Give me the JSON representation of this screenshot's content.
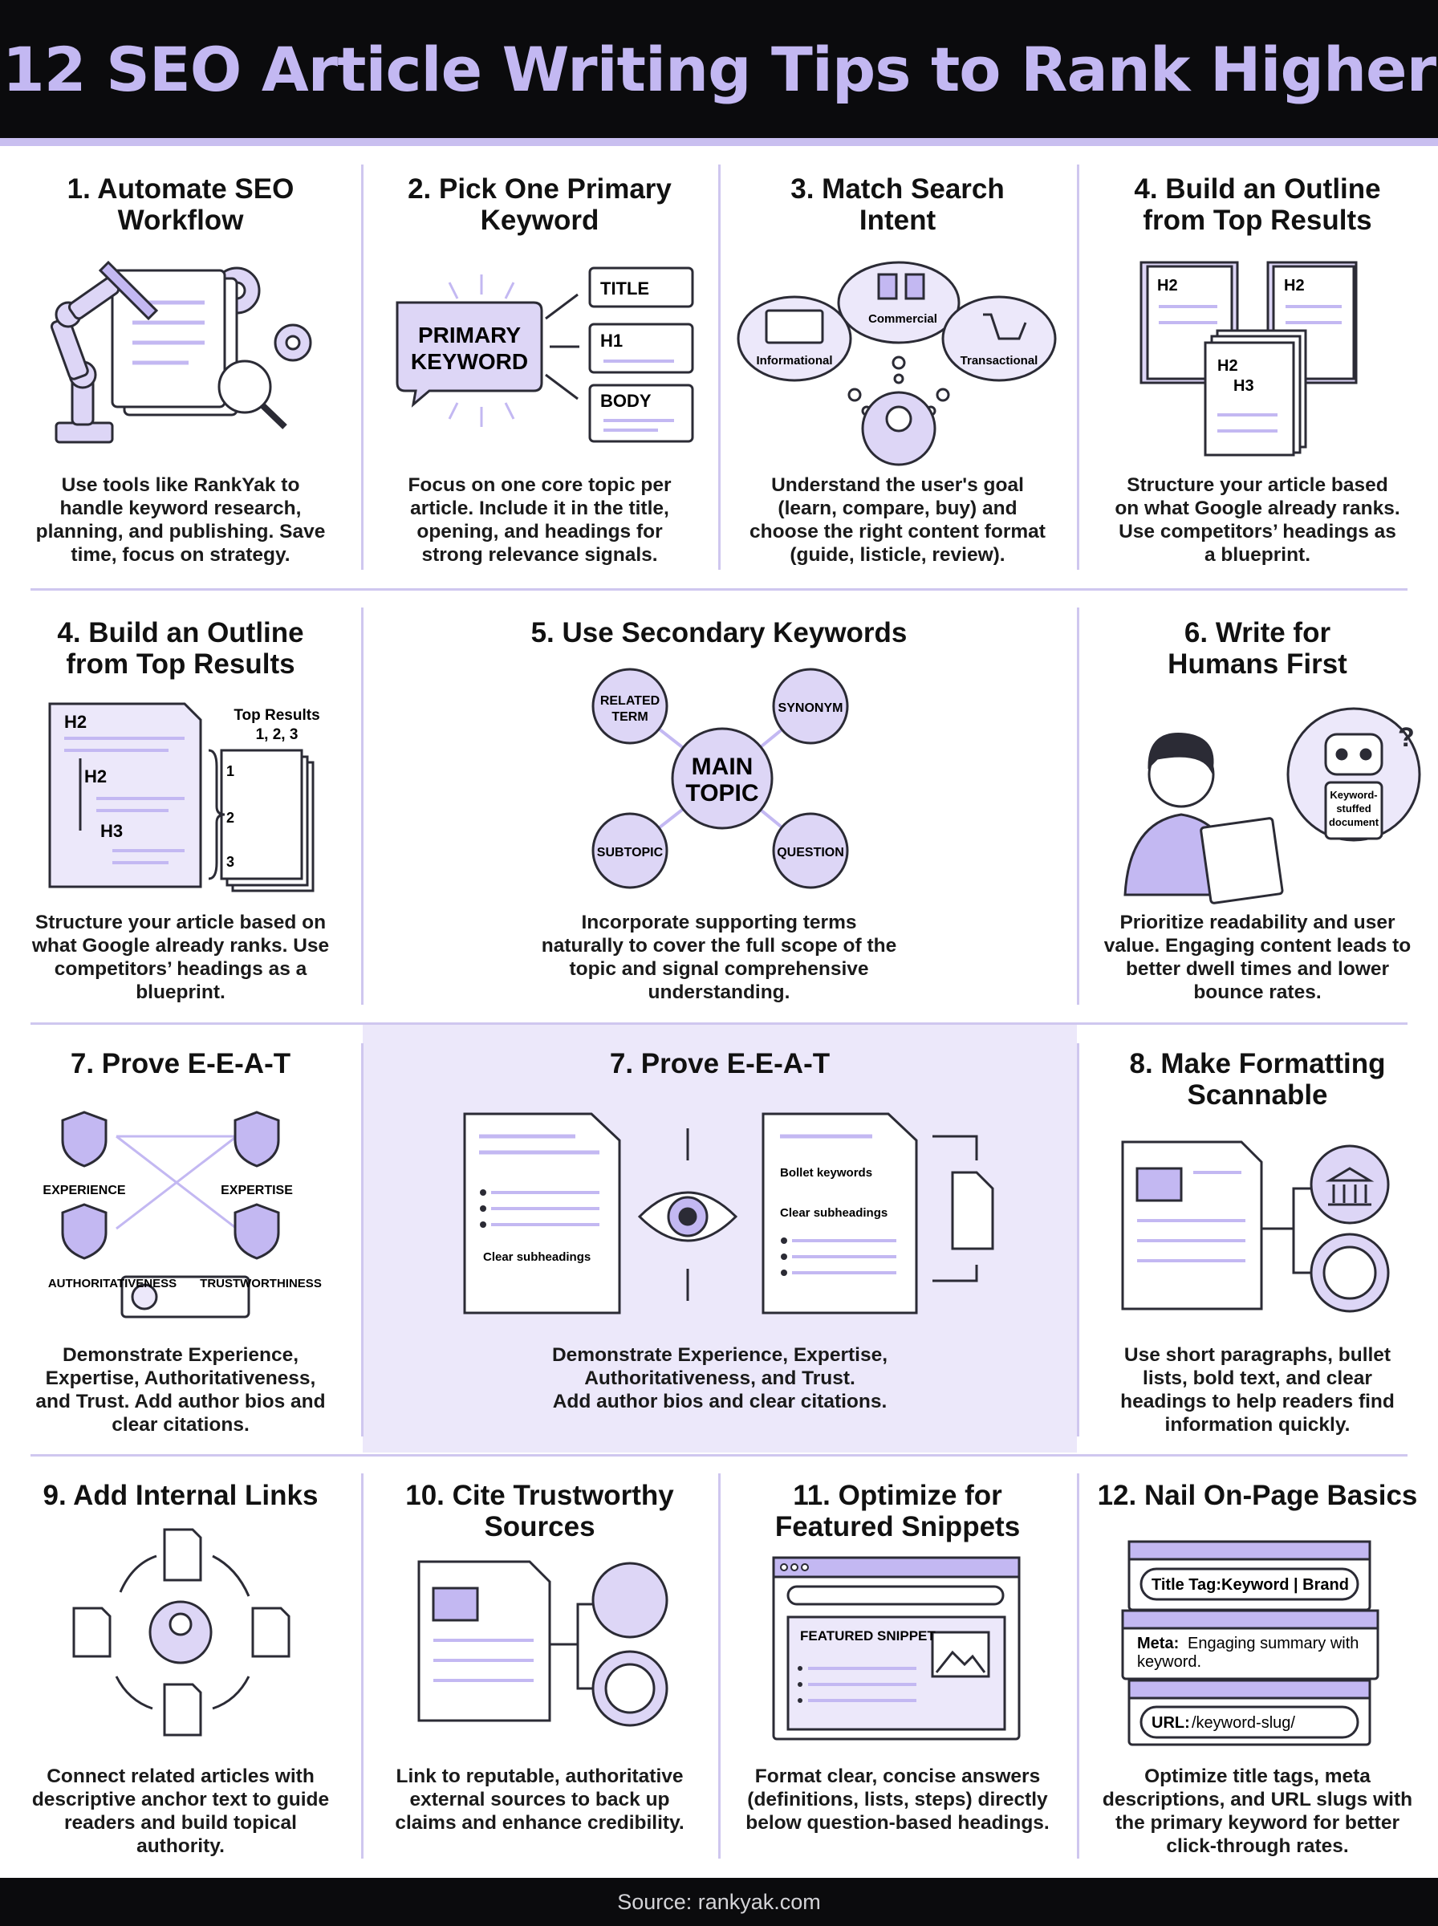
{
  "header": {
    "title": "12 SEO Article Writing Tips to Rank Higher"
  },
  "footer": {
    "source": "Source: rankyak.com"
  },
  "colors": {
    "accent": "#c3b8f2",
    "lavender_fill": "#ddd6f6",
    "line": "#2b2b35",
    "background_band": "#ece8fa"
  },
  "tips": [
    {
      "title": "1. Automate SEO\nWorkflow",
      "desc": "Use tools like RankYak to\nhandle keyword research,\nplanning, and publishing. Save\ntime, focus on strategy.",
      "icon": "robot-arm-document-gears-icon"
    },
    {
      "title": "2. Pick One Primary\nKeyword",
      "desc": "Focus on one core topic per\narticle. Include it in the title,\nopening, and headings for\nstrong relevance signals.",
      "labels": {
        "primary": "PRIMARY",
        "keyword": "KEYWORD",
        "title": "TITLE",
        "h1": "H1",
        "body": "BODY"
      }
    },
    {
      "title": "3. Match Search\nIntent",
      "desc": "Understand the user's goal\n(learn, compare, buy) and\nchoose the right content format\n(guide, listicle, review).",
      "labels": {
        "informational": "Informational",
        "commercial": "Commercial",
        "transactional": "Transactional"
      }
    },
    {
      "title": "4. Build an Outline\nfrom Top Results",
      "desc": "Structure your article based\non what Google already ranks.\nUse competitors’ headings as\na blueprint.",
      "labels": {
        "h2a": "H2",
        "h2b": "H2",
        "h2c": "H2",
        "h3": "H3"
      }
    },
    {
      "title": "4. Build an Outline\nfrom Top Results",
      "desc": "Structure your article based on\nwhat Google already ranks. Use\ncompetitors’ headings as a\nblueprint.",
      "labels": {
        "h2a": "H2",
        "h2b": "H2",
        "h3": "H3",
        "top": "Top Results",
        "top_nums": "1, 2, 3",
        "n1": "1",
        "n2": "2",
        "n3": "3"
      }
    },
    {
      "title": "5. Use Secondary Keywords",
      "desc": "Incorporate supporting terms\nnaturally to cover the full scope of the\ntopic and signal comprehensive\nunderstanding.",
      "labels": {
        "main1": "MAIN",
        "main2": "TOPIC",
        "related1": "RELATED",
        "related2": "TERM",
        "synonym": "SYNONYM",
        "subtopic": "SUBTOPIC",
        "question": "QUESTION"
      }
    },
    {
      "title": "6. Write for\nHumans First",
      "desc": "Prioritize readability and user\nvalue. Engaging content leads to\nbetter dwell times and lower\nbounce rates.",
      "labels": {
        "kw1": "Keyword-",
        "kw2": "stuffed",
        "kw3": "document",
        "q": "?"
      }
    },
    {
      "title": "7. Prove E-E-A-T",
      "desc": "Demonstrate Experience,\nExpertise, Authoritativeness,\nand Trust. Add author bios and\nclear citations.",
      "labels": {
        "experience": "EXPERIENCE",
        "expertise": "EXPERTISE",
        "authoritativeness": "AUTHORITATIVENESS",
        "trustworthiness": "TRUSTWORTHINESS"
      }
    },
    {
      "title": "7. Prove E-E-A-T",
      "desc": "Demonstrate Experience, Expertise,\nAuthoritativeness, and Trust.\nAdd author bios and clear citations.",
      "labels": {
        "clear1": "Clear subheadings",
        "bullet": "Bollet keywords",
        "clear2": "Clear subheadings"
      }
    },
    {
      "title": "8. Make Formatting\nScannable",
      "desc": "Use short paragraphs, bullet\nlists, bold text, and clear\nheadings to help readers find\ninformation quickly."
    },
    {
      "title": "9. Add Internal Links",
      "desc": "Connect related articles with\ndescriptive anchor text to guide\nreaders and build topical\nauthority."
    },
    {
      "title": "10. Cite Trustworthy\nSources",
      "desc": "Link to reputable, authoritative\nexternal sources to back up\nclaims and enhance credibility."
    },
    {
      "title": "11. Optimize for\nFeatured Snippets",
      "desc": "Format clear, concise answers\n(definitions, lists, steps) directly\nbelow question-based headings.",
      "labels": {
        "snippet": "FEATURED SNIPPET"
      }
    },
    {
      "title": "12. Nail On-Page Basics",
      "desc": "Optimize title tags, meta\ndescriptions, and URL slugs with\nthe primary keyword for better\nclick-through rates.",
      "labels": {
        "title_k": "Title Tag:",
        "title_v": "Keyword | Brand",
        "meta_k": "Meta:",
        "meta_v1": "Engaging summary with",
        "meta_v2": "keyword.",
        "url_k": "URL:",
        "url_v": "/keyword-slug/"
      }
    }
  ]
}
